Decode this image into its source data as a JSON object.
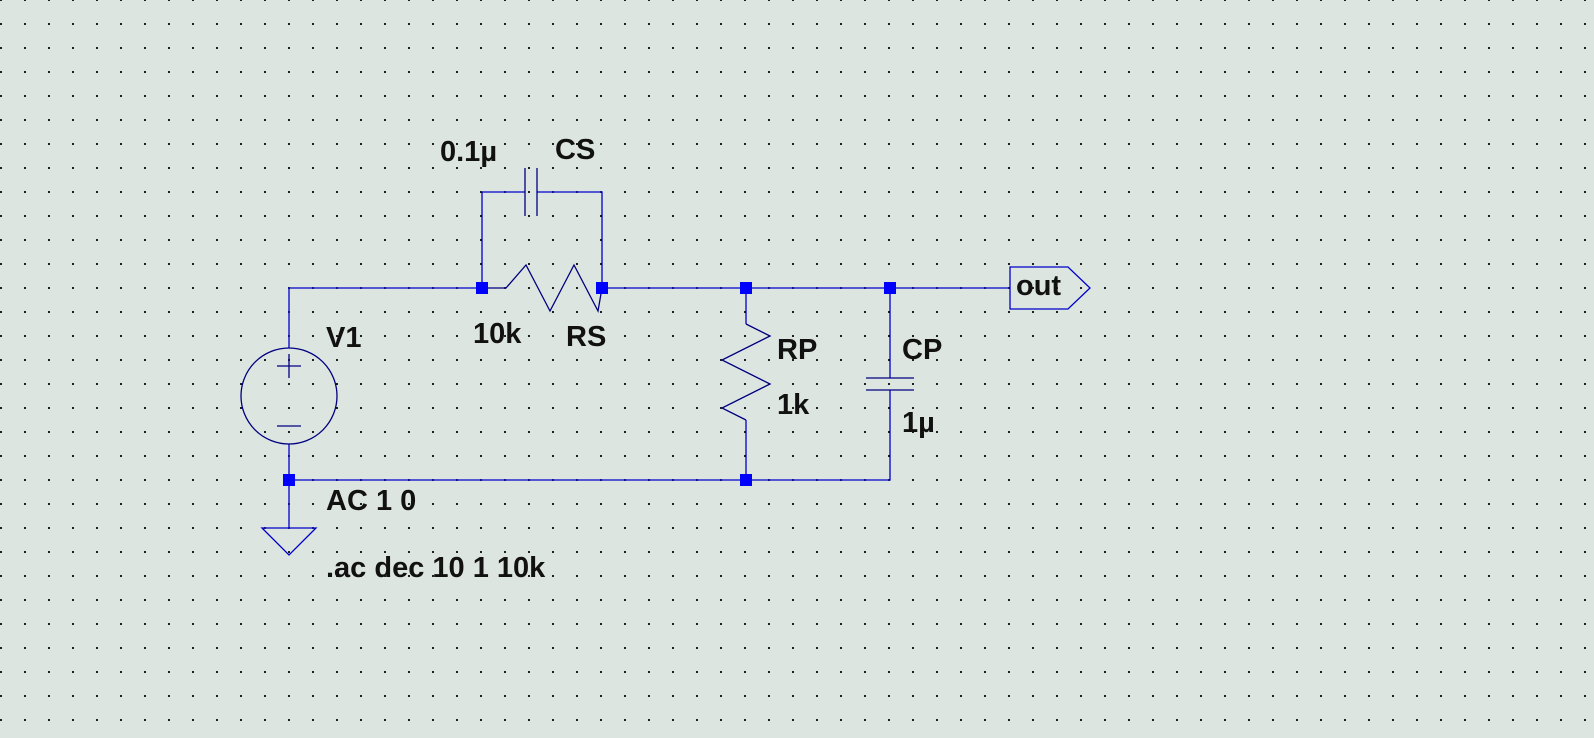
{
  "schematic": {
    "components": {
      "V1": {
        "name": "V1",
        "value": "AC 1 0",
        "type": "voltage-source"
      },
      "RS": {
        "name": "RS",
        "value": "10k",
        "type": "resistor"
      },
      "CS": {
        "name": "CS",
        "value": "0.1µ",
        "type": "capacitor"
      },
      "RP": {
        "name": "RP",
        "value": "1k",
        "type": "resistor"
      },
      "CP": {
        "name": "CP",
        "value": "1µ",
        "type": "capacitor"
      }
    },
    "net_labels": {
      "out": "out"
    },
    "directive": ".ac dec 10 1 10k",
    "colors": {
      "background": "#dde5e1",
      "wire": "#0000c8",
      "symbol": "#000080",
      "junction": "#0000ff",
      "text": "#111111"
    }
  }
}
